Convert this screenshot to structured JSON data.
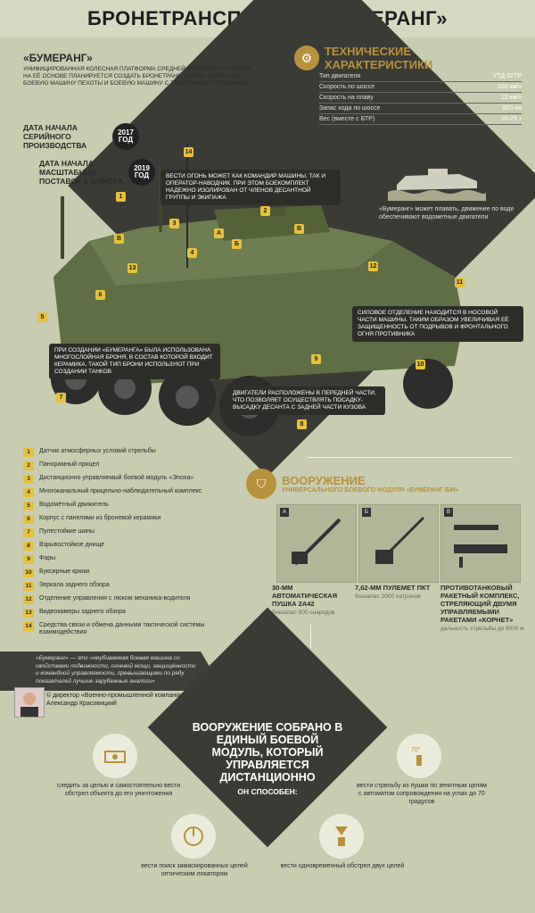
{
  "title": "БРОНЕТРАНСПОРТЁР «БУМЕРАНГ»",
  "intro": {
    "name": "«БУМЕРАНГ»",
    "description": "УНИФИЦИРОВАННАЯ КОЛЕСНАЯ ПЛАТФОРМА СРЕДНЕЙ ВЕСОВОЙ КАТЕГОРИИ. НА ЕЁ ОСНОВЕ ПЛАНИРУЕТСЯ СОЗДАТЬ БРОНЕТРАНСПОРТЁР, КОЛЁСНУЮ БОЕВУЮ МАШИНУ ПЕХОТЫ И БОЕВУЮ МАШИНУ С ТЯЖЁЛЫМ ВООРУЖЕНИЕМ"
  },
  "dates": [
    {
      "label": "ДАТА НАЧАЛА СЕРИЙНОГО ПРОИЗВОДСТВА",
      "year": "2017",
      "unit": "год"
    },
    {
      "label": "ДАТА НАЧАЛА МАСШТАБНЫХ ПОСТАВОК В ВОЙСКА",
      "year": "2019",
      "unit": "год"
    }
  ],
  "specs": {
    "title": "ТЕХНИЧЕСКИЕ ХАРАКТЕРИСТИКИ",
    "rows": [
      {
        "k": "Тип двигателя",
        "v": "УТД-32ТР"
      },
      {
        "k": "Скорость по шоссе",
        "v": "100 км/ч"
      },
      {
        "k": "Скорость на плаву",
        "v": "12 км/ч"
      },
      {
        "k": "Запас хода по шоссе",
        "v": "800 км"
      },
      {
        "k": "Вес (вместе с БТР)",
        "v": "20-25 т"
      }
    ],
    "float_note": "«Бумеранг» может плавать, движение по воде обеспечивают водометные двигатели"
  },
  "notes": {
    "gunner": "ВЕСТИ ОГОНЬ МОЖЕТ КАК КОМАНДИР МАШИНЫ, ТАК И ОПЕРАТОР-НАВОДЧИК. ПРИ ЭТОМ БОЕКОМПЛЕКТ НАДЕЖНО ИЗОЛИРОВАН ОТ ЧЛЕНОВ ДЕСАНТНОЙ ГРУППЫ И ЭКИПАЖА",
    "power": "СИЛОВОЕ ОТДЕЛЕНИЕ НАХОДИТСЯ В НОСОВОЙ ЧАСТИ МАШИНЫ. ТАКИМ ОБРАЗОМ УВЕЛИЧИВАЯ ЕЁ ЗАЩИЩЕННОСТЬ ОТ ПОДРЫВОВ И ФРОНТАЛЬНОГО ОГНЯ ПРОТИВНИКА",
    "armor": "ПРИ СОЗДАНИИ «БУМЕРАНГА» БЫЛА ИСПОЛЬЗОВАНА МНОГОСЛОЙНАЯ БРОНЯ, В СОСТАВ КОТОРОЙ ВХОДИТ КЕРАМИКА. ТАКОЙ ТИП БРОНИ ИСПОЛЬЗУЮТ ПРИ СОЗДАНИИ ТАНКОВ",
    "engines": "ДВИГАТЕЛИ РАСПОЛОЖЕНЫ В ПЕРЕДНЕЙ ЧАСТИ, ЧТО ПОЗВОЛЯЕТ ОСУЩЕСТВЛЯТЬ ПОСАДКУ-ВЫСАДКУ ДЕСАНТА С ЗАДНЕЙ ЧАСТИ КУЗОВА"
  },
  "callouts": [
    "1",
    "2",
    "3",
    "4",
    "5",
    "6",
    "7",
    "8",
    "9",
    "10",
    "11",
    "12",
    "13",
    "14",
    "А",
    "Б",
    "В"
  ],
  "legend": [
    {
      "n": "1",
      "t": "Датчик атмосферных условий стрельбы"
    },
    {
      "n": "2",
      "t": "Панорамный прицел"
    },
    {
      "n": "3",
      "t": "Дистанционно управляемый боевой модуль «Эпоха»"
    },
    {
      "n": "4",
      "t": "Многоканальный прицельно-наблюдательный комплекс"
    },
    {
      "n": "5",
      "t": "Водомётный движитель"
    },
    {
      "n": "6",
      "t": "Корпус с панелями из броневой керамики"
    },
    {
      "n": "7",
      "t": "Пулестойкие шины"
    },
    {
      "n": "8",
      "t": "Взрывостойкое днище"
    },
    {
      "n": "9",
      "t": "Фары"
    },
    {
      "n": "10",
      "t": "Буксирные крюки"
    },
    {
      "n": "11",
      "t": "Зеркала заднего обзора"
    },
    {
      "n": "12",
      "t": "Отделение управления с люком механика-водителя"
    },
    {
      "n": "13",
      "t": "Видеокамеры заднего обзора"
    },
    {
      "n": "14",
      "t": "Средства связи и обмена данными тактической системы взаимодействия"
    }
  ],
  "armament": {
    "title": "ВООРУЖЕНИЕ",
    "subtitle": "УНИВЕРСАЛЬНОГО БОЕВОГО МОДУЛЯ «БУМЕРАНГ-БМ»",
    "weapons": [
      {
        "badge": "А",
        "name": "30-ММ АВТОМАТИЧЕСКАЯ ПУШКА 2А42",
        "sub": "боезапас 500 снарядов"
      },
      {
        "badge": "Б",
        "name": "7,62-ММ ПУЛЕМЕТ ПКТ",
        "sub": "боезапас 2000 патронов"
      },
      {
        "badge": "В",
        "name": "ПРОТИВОТАНКОВЫЙ РАКЕТНЫЙ КОМПЛЕКС, СТРЕЛЯЮЩИЙ ДВУМЯ УПРАВЛЯЕМЫМИ РАКЕТАМИ «КОРНЕТ»",
        "sub": "дальность стрельбы до 8000 м"
      }
    ]
  },
  "quote": {
    "text": "«Бумеранг» — это «неубиваемая боевая машина со свойствами подвижности, огневой мощи, защищённости и командной управляемости, превышающими по ряду показателей лучшие зарубежные аналоги»",
    "author_line1": "© директор «Военно-промышленной компании»",
    "author_line2": "Александр Красовицкий"
  },
  "bottom": {
    "title": "ВООРУЖЕНИЕ СОБРАНО В ЕДИНЫЙ БОЕВОЙ МОДУЛЬ, КОТОРЫЙ УПРАВЛЯЕТСЯ ДИСТАНЦИОННО",
    "sub": "ОН СПОСОБЕН:",
    "angle_label": "70°",
    "caps": [
      "следить за целью и самостоятельно вести обстрел объекта до его уничтожения",
      "вести стрельбу из пушки по зенитным целям с автоматом сопровождения на углах до 70 градусов",
      "вести поиск замаскированных целей оптическим локатором",
      "вести одновременный обстрел двух целей"
    ]
  }
}
